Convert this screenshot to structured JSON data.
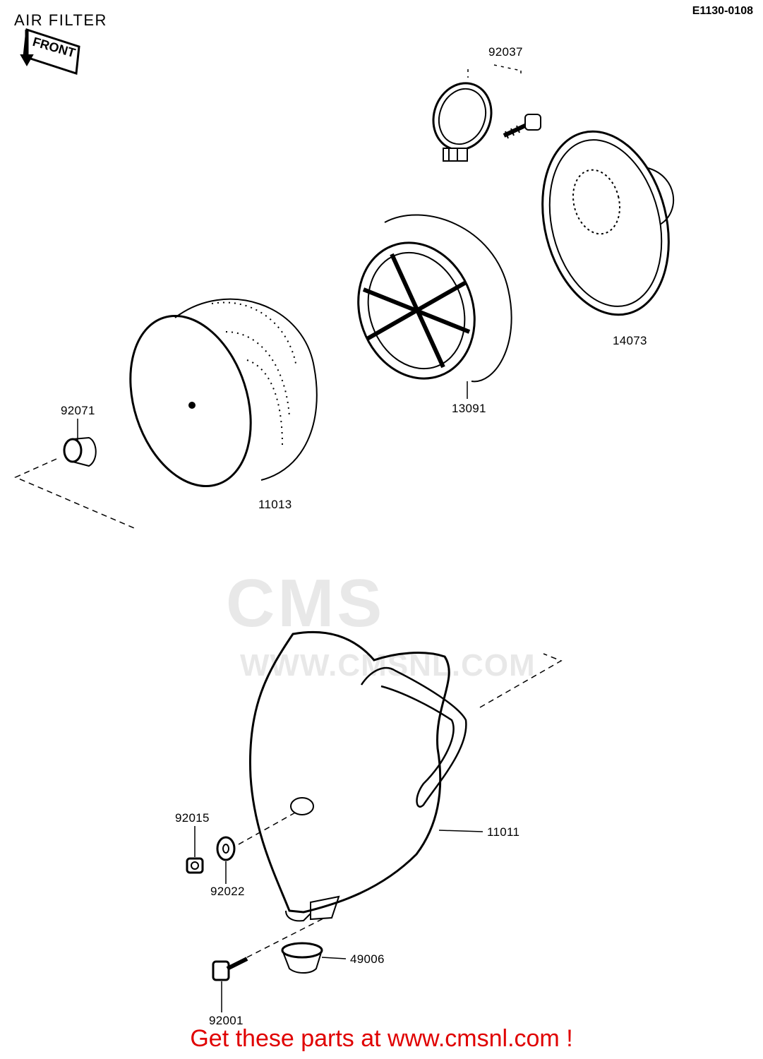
{
  "header": {
    "title": "AIR FILTER",
    "diagram_code": "E1130-0108"
  },
  "front_badge": "FRONT",
  "watermark": {
    "brand": "CMS",
    "url": "WWW.CMSNL.COM"
  },
  "parts": [
    {
      "number": "92037"
    },
    {
      "number": "14073"
    },
    {
      "number": "13091"
    },
    {
      "number": "92071"
    },
    {
      "number": "11013"
    },
    {
      "number": "92015"
    },
    {
      "number": "11011"
    },
    {
      "number": "92022"
    },
    {
      "number": "49006"
    },
    {
      "number": "92001"
    }
  ],
  "footer": {
    "promo": "Get these parts at www.cmsnl.com !",
    "promo_color": "#e00000"
  }
}
